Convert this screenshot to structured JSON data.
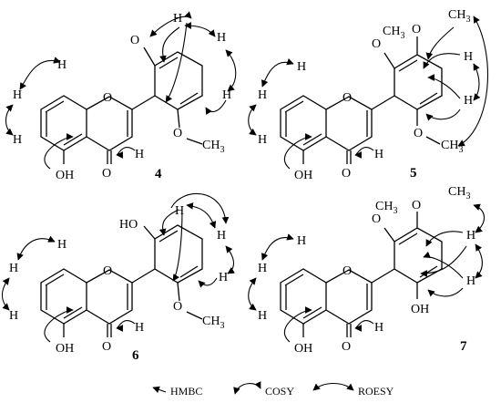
{
  "atoms": {
    "H": "H",
    "O": "O",
    "OH": "OH",
    "HO": "HO",
    "CH": "CH",
    "three": "3"
  },
  "compounds": [
    {
      "number": "4"
    },
    {
      "number": "5"
    },
    {
      "number": "6"
    },
    {
      "number": "7"
    }
  ],
  "legend": {
    "hmbc": "HMBC",
    "cosy": "COSY",
    "roesy": "ROESY"
  }
}
